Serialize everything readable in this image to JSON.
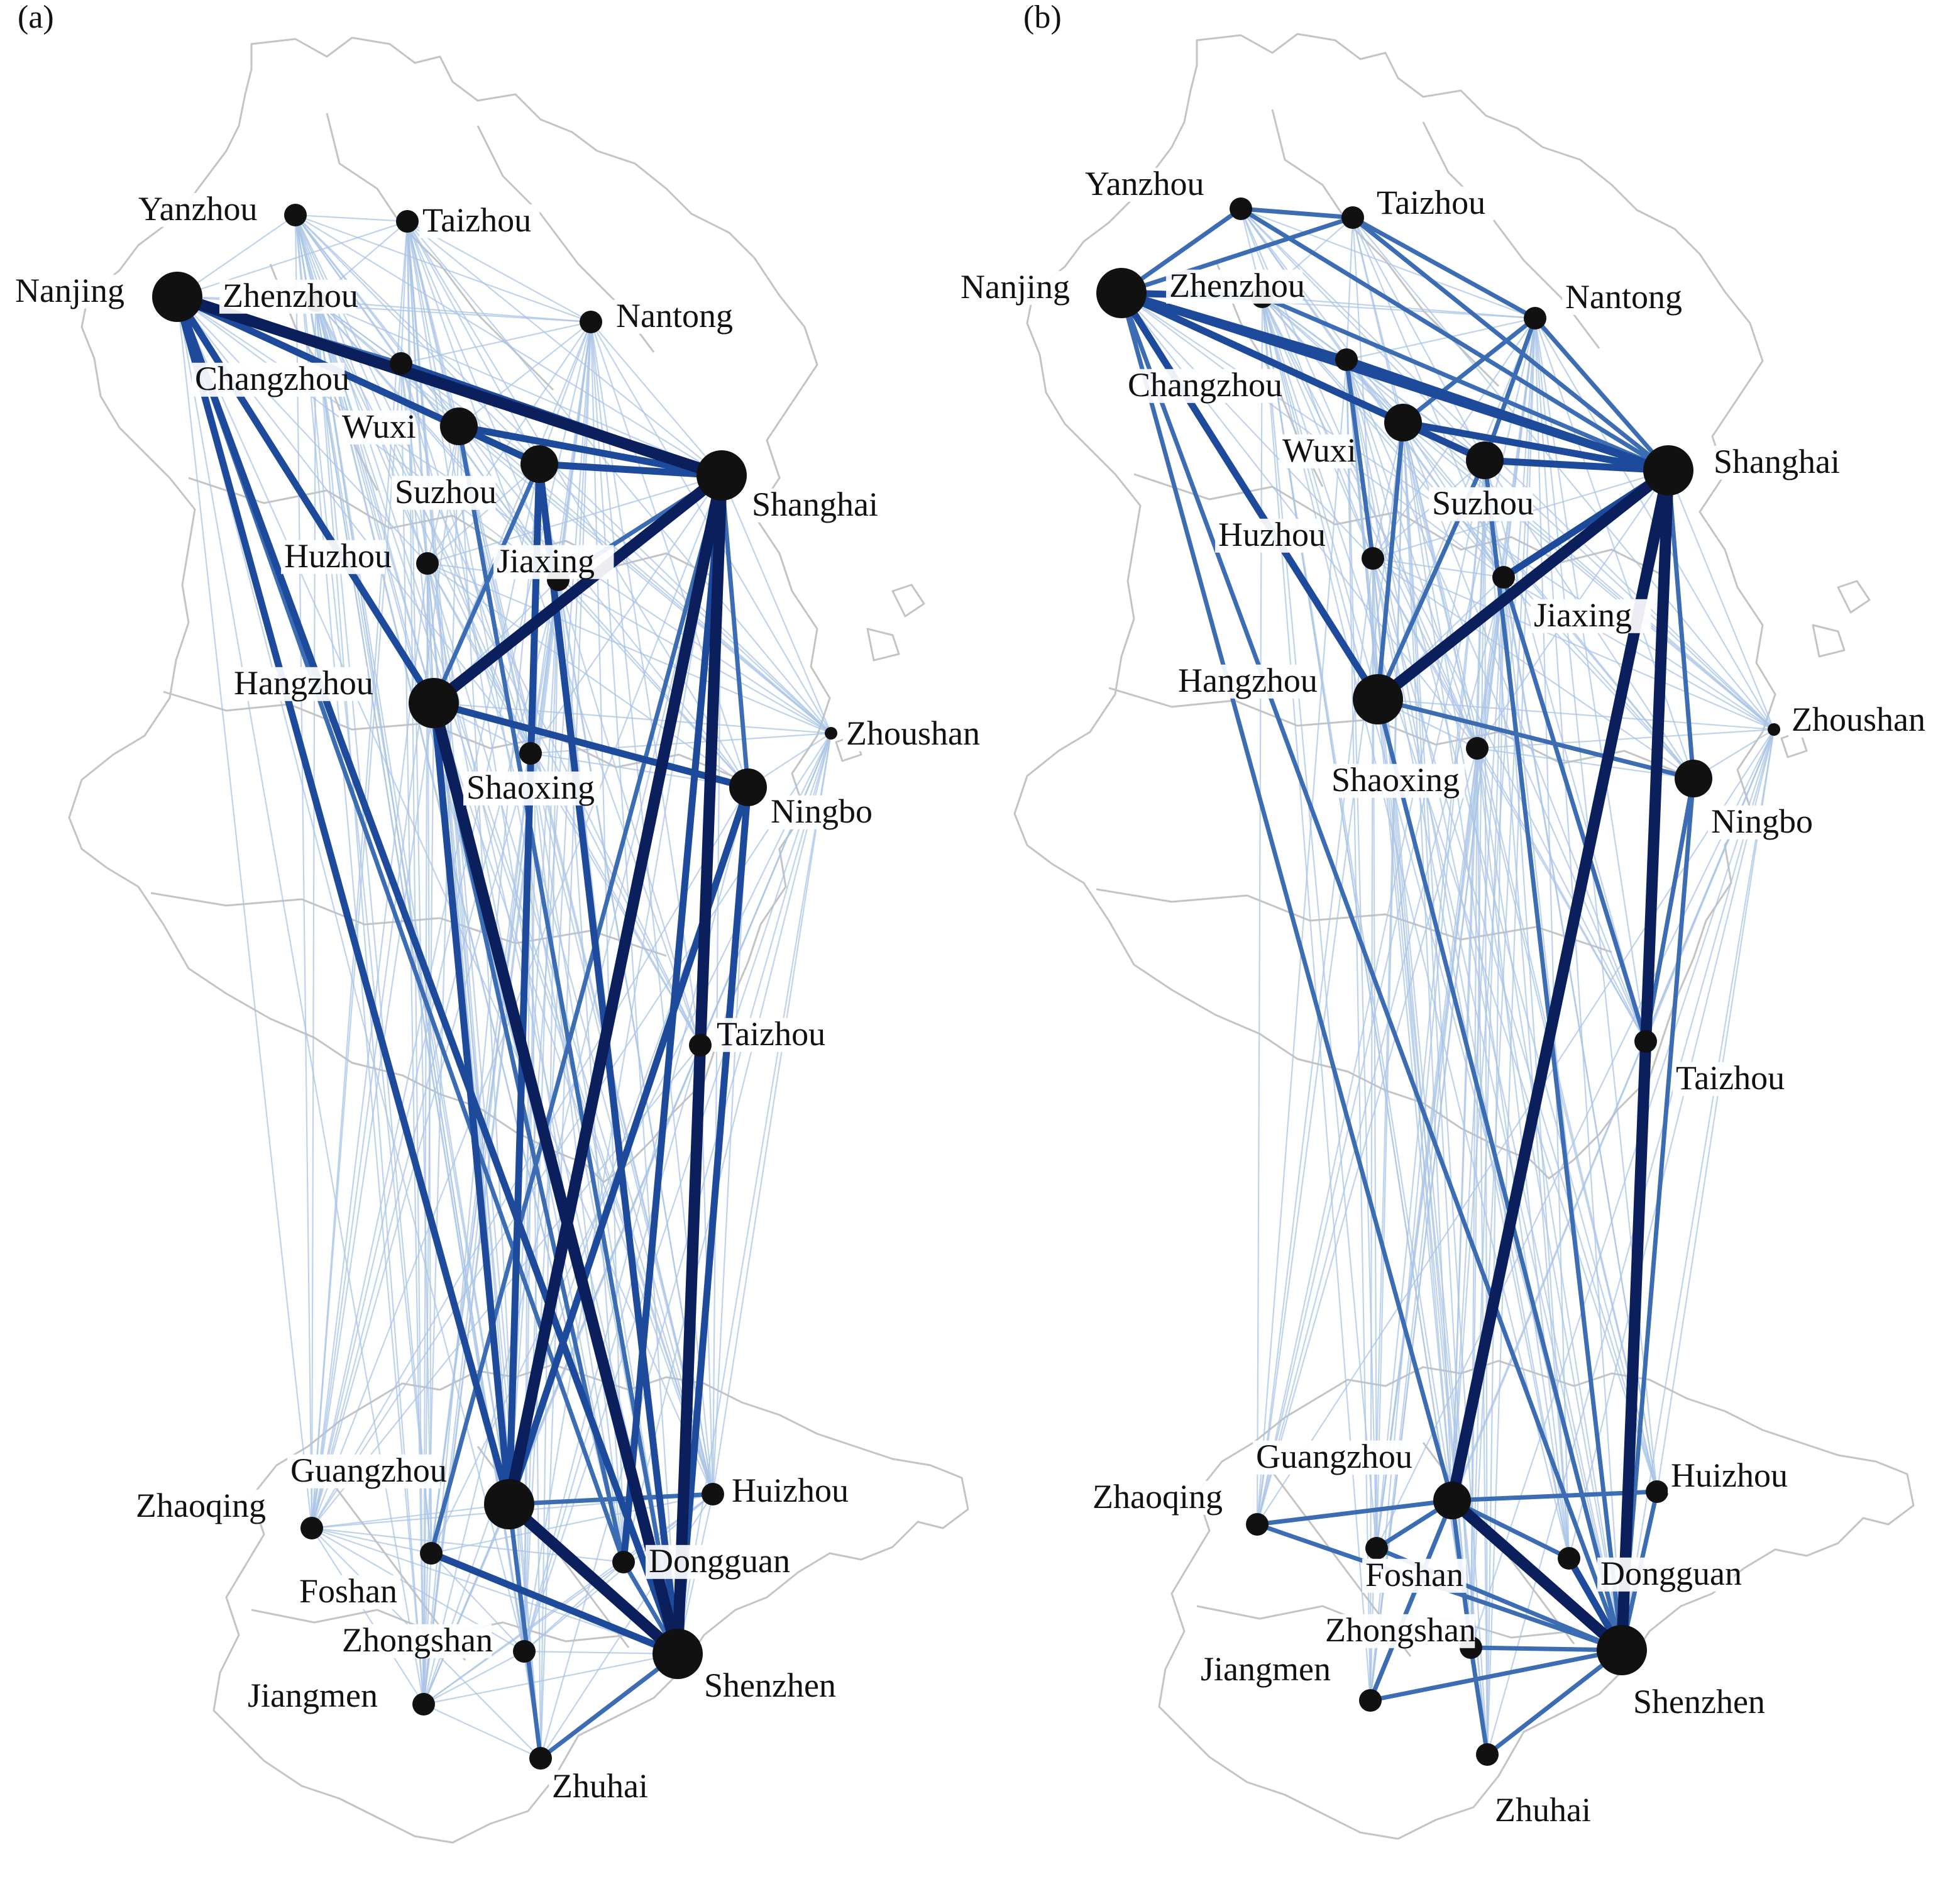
{
  "panels": [
    {
      "id": "a",
      "label": "(a)",
      "nodes": [
        {
          "id": "Yanzhou",
          "name": "Yanzhou",
          "size": "small"
        },
        {
          "id": "TaizhouN",
          "name": "Taizhou",
          "size": "small"
        },
        {
          "id": "Nanjing",
          "name": "Nanjing",
          "size": "large"
        },
        {
          "id": "Zhenzhou",
          "name": "Zhenzhou",
          "size": "small"
        },
        {
          "id": "Nantong",
          "name": "Nantong",
          "size": "small"
        },
        {
          "id": "Changzhou",
          "name": "Changzhou",
          "size": "small"
        },
        {
          "id": "Wuxi",
          "name": "Wuxi",
          "size": "medium"
        },
        {
          "id": "Suzhou",
          "name": "Suzhou",
          "size": "medium"
        },
        {
          "id": "Shanghai",
          "name": "Shanghai",
          "size": "large"
        },
        {
          "id": "Huzhou",
          "name": "Huzhou",
          "size": "small"
        },
        {
          "id": "Jiaxing",
          "name": "Jiaxing",
          "size": "small"
        },
        {
          "id": "Hangzhou",
          "name": "Hangzhou",
          "size": "large"
        },
        {
          "id": "Zhoushan",
          "name": "Zhoushan",
          "size": "tiny"
        },
        {
          "id": "Shaoxing",
          "name": "Shaoxing",
          "size": "small"
        },
        {
          "id": "Ningbo",
          "name": "Ningbo",
          "size": "medium"
        },
        {
          "id": "TaizhouS",
          "name": "Taizhou",
          "size": "small"
        },
        {
          "id": "Guangzhou",
          "name": "Guangzhou",
          "size": "large"
        },
        {
          "id": "Huizhou",
          "name": "Huizhou",
          "size": "small"
        },
        {
          "id": "Zhaoqing",
          "name": "Zhaoqing",
          "size": "small"
        },
        {
          "id": "Foshan",
          "name": "Foshan",
          "size": "small"
        },
        {
          "id": "Dongguan",
          "name": "Dongguan",
          "size": "small"
        },
        {
          "id": "Zhongshan",
          "name": "Zhongshan",
          "size": "small"
        },
        {
          "id": "Shenzhen",
          "name": "Shenzhen",
          "size": "large"
        },
        {
          "id": "Jiangmen",
          "name": "Jiangmen",
          "size": "small"
        },
        {
          "id": "Zhuhai",
          "name": "Zhuhai",
          "size": "small"
        }
      ],
      "strong_links": [
        [
          "Nanjing",
          "Shanghai",
          4
        ],
        [
          "Hangzhou",
          "Shanghai",
          4
        ],
        [
          "Shanghai",
          "Guangzhou",
          4
        ],
        [
          "Shanghai",
          "Shenzhen",
          4
        ],
        [
          "Guangzhou",
          "Shenzhen",
          4
        ],
        [
          "Hangzhou",
          "Shenzhen",
          4
        ],
        [
          "Suzhou",
          "Shanghai",
          3
        ],
        [
          "Wuxi",
          "Shanghai",
          3
        ],
        [
          "Changzhou",
          "Shanghai",
          3
        ],
        [
          "Nanjing",
          "Suzhou",
          3
        ],
        [
          "Nanjing",
          "Hangzhou",
          3
        ],
        [
          "Hangzhou",
          "Ningbo",
          3
        ],
        [
          "Nanjing",
          "Guangzhou",
          3
        ],
        [
          "Nanjing",
          "Shenzhen",
          3
        ],
        [
          "Foshan",
          "Shenzhen",
          3
        ],
        [
          "Ningbo",
          "Shenzhen",
          3
        ],
        [
          "Hangzhou",
          "Guangzhou",
          3
        ],
        [
          "Ningbo",
          "Guangzhou",
          3
        ],
        [
          "Suzhou",
          "Shenzhen",
          3
        ],
        [
          "Suzhou",
          "Guangzhou",
          3
        ],
        [
          "Shanghai",
          "Dongguan",
          3
        ],
        [
          "Shanghai",
          "TaizhouS",
          2
        ],
        [
          "Shanghai",
          "Ningbo",
          2
        ],
        [
          "Nanjing",
          "Wuxi",
          2
        ],
        [
          "Nanjing",
          "Changzhou",
          2
        ],
        [
          "Suzhou",
          "Hangzhou",
          2
        ],
        [
          "Jiaxing",
          "Shanghai",
          2
        ],
        [
          "Nanjing",
          "Dongguan",
          2
        ],
        [
          "Hangzhou",
          "Dongguan",
          2
        ],
        [
          "Wuxi",
          "Shenzhen",
          2
        ],
        [
          "Shenzhen",
          "Zhuhai",
          2
        ],
        [
          "Guangzhou",
          "Zhuhai",
          2
        ],
        [
          "Dongguan",
          "Shenzhen",
          2
        ],
        [
          "Huizhou",
          "Guangzhou",
          2
        ],
        [
          "Shanghai",
          "Foshan",
          2
        ],
        [
          "TaizhouS",
          "Shenzhen",
          2
        ]
      ],
      "weak_fan_from": [
        "Yanzhou",
        "TaizhouN",
        "Nantong",
        "Zhenzhou",
        "Huzhou",
        "Jiaxing",
        "Shaoxing",
        "Zhoushan",
        "Zhaoqing",
        "Jiangmen",
        "Zhongshan",
        "Huizhou"
      ]
    },
    {
      "id": "b",
      "label": "(b)",
      "nodes": [
        {
          "id": "Yanzhou",
          "name": "Yanzhou",
          "size": "small"
        },
        {
          "id": "TaizhouN",
          "name": "Taizhou",
          "size": "small"
        },
        {
          "id": "Nanjing",
          "name": "Nanjing",
          "size": "large"
        },
        {
          "id": "Zhenzhou",
          "name": "Zhenzhou",
          "size": "small"
        },
        {
          "id": "Nantong",
          "name": "Nantong",
          "size": "small"
        },
        {
          "id": "Changzhou",
          "name": "Changzhou",
          "size": "small"
        },
        {
          "id": "Wuxi",
          "name": "Wuxi",
          "size": "medium"
        },
        {
          "id": "Suzhou",
          "name": "Suzhou",
          "size": "medium"
        },
        {
          "id": "Shanghai",
          "name": "Shanghai",
          "size": "large"
        },
        {
          "id": "Huzhou",
          "name": "Huzhou",
          "size": "small"
        },
        {
          "id": "Jiaxing",
          "name": "Jiaxing",
          "size": "small"
        },
        {
          "id": "Hangzhou",
          "name": "Hangzhou",
          "size": "large"
        },
        {
          "id": "Zhoushan",
          "name": "Zhoushan",
          "size": "tiny"
        },
        {
          "id": "Shaoxing",
          "name": "Shaoxing",
          "size": "small"
        },
        {
          "id": "Ningbo",
          "name": "Ningbo",
          "size": "medium"
        },
        {
          "id": "TaizhouS",
          "name": "Taizhou",
          "size": "small"
        },
        {
          "id": "Guangzhou",
          "name": "Guangzhou",
          "size": "medium"
        },
        {
          "id": "Huizhou",
          "name": "Huizhou",
          "size": "small"
        },
        {
          "id": "Zhaoqing",
          "name": "Zhaoqing",
          "size": "small"
        },
        {
          "id": "Foshan",
          "name": "Foshan",
          "size": "small"
        },
        {
          "id": "Dongguan",
          "name": "Dongguan",
          "size": "small"
        },
        {
          "id": "Zhongshan",
          "name": "Zhongshan",
          "size": "small"
        },
        {
          "id": "Shenzhen",
          "name": "Shenzhen",
          "size": "large"
        },
        {
          "id": "Jiangmen",
          "name": "Jiangmen",
          "size": "small"
        },
        {
          "id": "Zhuhai",
          "name": "Zhuhai",
          "size": "small"
        }
      ],
      "strong_links": [
        [
          "Hangzhou",
          "Shanghai",
          4
        ],
        [
          "Shanghai",
          "Guangzhou",
          4
        ],
        [
          "Shanghai",
          "Shenzhen",
          4
        ],
        [
          "Guangzhou",
          "Shenzhen",
          4
        ],
        [
          "Nanjing",
          "Shanghai",
          3
        ],
        [
          "Suzhou",
          "Shanghai",
          3
        ],
        [
          "Wuxi",
          "Shanghai",
          3
        ],
        [
          "Changzhou",
          "Shanghai",
          3
        ],
        [
          "Jiaxing",
          "Shanghai",
          3
        ],
        [
          "Nanjing",
          "Suzhou",
          3
        ],
        [
          "Nanjing",
          "Hangzhou",
          3
        ],
        [
          "Nanjing",
          "Zhenzhou",
          3
        ],
        [
          "Nanjing",
          "Changzhou",
          3
        ],
        [
          "Nanjing",
          "Wuxi",
          3
        ],
        [
          "Nanjing",
          "Yanzhou",
          2
        ],
        [
          "Yanzhou",
          "TaizhouN",
          2
        ],
        [
          "TaizhouN",
          "Nanjing",
          2
        ],
        [
          "TaizhouN",
          "Shanghai",
          2
        ],
        [
          "Yanzhou",
          "Shanghai",
          2
        ],
        [
          "Nantong",
          "Shanghai",
          2
        ],
        [
          "Nantong",
          "Wuxi",
          2
        ],
        [
          "Nantong",
          "Suzhou",
          2
        ],
        [
          "TaizhouN",
          "Nantong",
          2
        ],
        [
          "Zhenzhou",
          "Shanghai",
          2
        ],
        [
          "Changzhou",
          "Huzhou",
          2
        ],
        [
          "Wuxi",
          "Hangzhou",
          2
        ],
        [
          "Suzhou",
          "Hangzhou",
          2
        ],
        [
          "Hangzhou",
          "Ningbo",
          2
        ],
        [
          "Shanghai",
          "Ningbo",
          2
        ],
        [
          "Shanghai",
          "TaizhouS",
          2
        ],
        [
          "Jiaxing",
          "TaizhouS",
          2
        ],
        [
          "Ningbo",
          "TaizhouS",
          2
        ],
        [
          "Hangzhou",
          "Shenzhen",
          2
        ],
        [
          "Nanjing",
          "Shenzhen",
          2
        ],
        [
          "Nanjing",
          "Guangzhou",
          2
        ],
        [
          "TaizhouS",
          "Shenzhen",
          2
        ],
        [
          "Ningbo",
          "Shenzhen",
          2
        ],
        [
          "Suzhou",
          "Shenzhen",
          2
        ],
        [
          "Zhaoqing",
          "Guangzhou",
          2
        ],
        [
          "Zhaoqing",
          "Shenzhen",
          2
        ],
        [
          "Foshan",
          "Shenzhen",
          2
        ],
        [
          "Foshan",
          "Guangzhou",
          2
        ],
        [
          "Guangzhou",
          "Huizhou",
          2
        ],
        [
          "Huizhou",
          "Shenzhen",
          2
        ],
        [
          "Guangzhou",
          "Dongguan",
          2
        ],
        [
          "Dongguan",
          "Shenzhen",
          3
        ],
        [
          "Zhongshan",
          "Shenzhen",
          2
        ],
        [
          "Zhongshan",
          "Guangzhou",
          2
        ],
        [
          "Zhongshan",
          "Zhuhai",
          2
        ],
        [
          "Zhuhai",
          "Shenzhen",
          2
        ],
        [
          "Jiangmen",
          "Guangzhou",
          2
        ],
        [
          "Jiangmen",
          "Shenzhen",
          2
        ],
        [
          "Guangzhou",
          "Jiangmen",
          2
        ]
      ],
      "weak_fan_from": [
        "Huzhou",
        "Shaoxing",
        "Zhoushan",
        "Jiaxing",
        "Wuxi",
        "Suzhou",
        "Changzhou",
        "Zhenzhou",
        "Nantong"
      ]
    }
  ],
  "colors": {
    "weak": "#a9c4e6",
    "medium": "#3c6db3",
    "strong": "#1d4a9a",
    "strongest": "#0b1f5c",
    "node": "#111111",
    "basemap": "#c4c4c4",
    "label_bg": "#ffffff",
    "text": "#111111"
  }
}
